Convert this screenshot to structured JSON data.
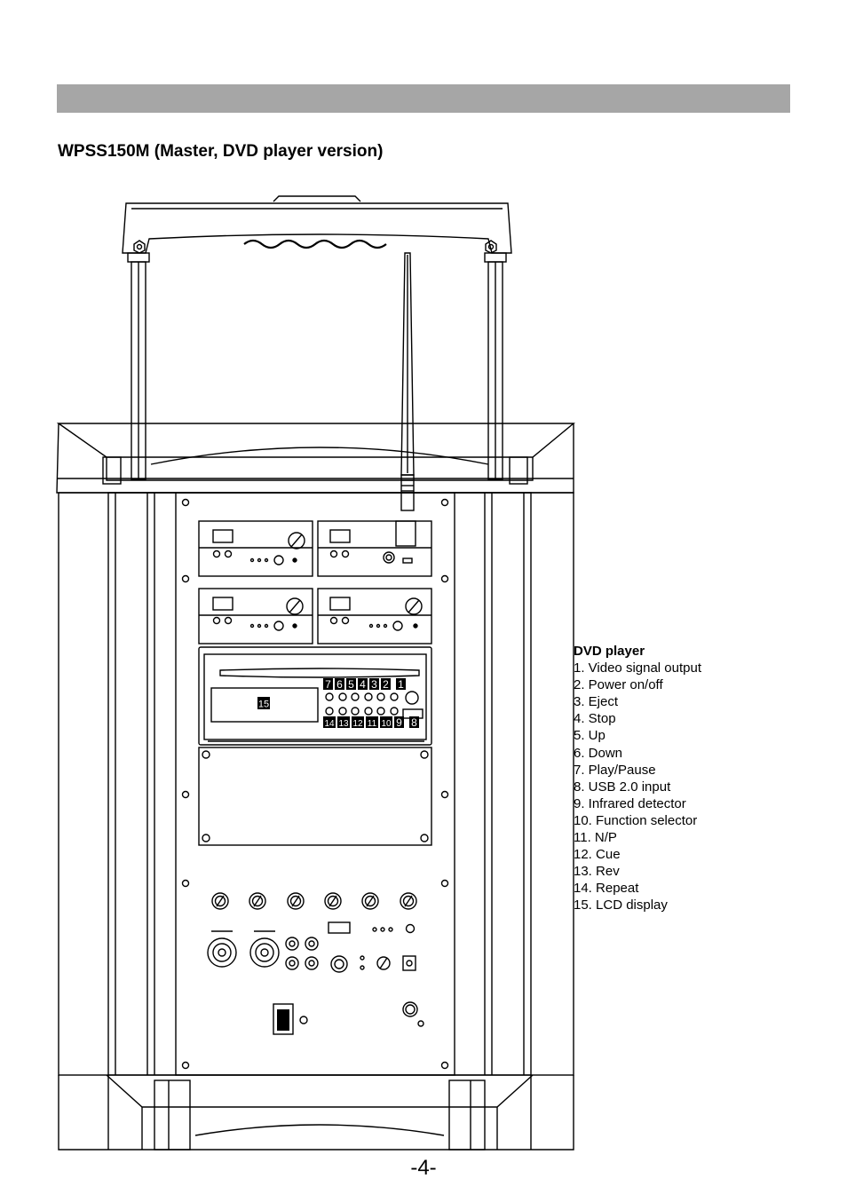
{
  "header": {
    "model_title": "WPSS150M (Master, DVD player version)"
  },
  "legend": {
    "title": "DVD player",
    "items": [
      "1. Video signal output",
      "2. Power on/off",
      "3. Eject",
      "4. Stop",
      "5. Up",
      "6. Down",
      "7. Play/Pause",
      "8. USB 2.0 input",
      "9. Infrared detector",
      "10. Function selector",
      "11. N/P",
      "12. Cue",
      "13. Rev",
      "14. Repeat",
      "15. LCD display"
    ]
  },
  "diagram": {
    "callouts_top": [
      "7",
      "6",
      "5",
      "4",
      "3",
      "2",
      "1"
    ],
    "callouts_bottom": [
      "14",
      "13",
      "12",
      "11",
      "10",
      "9",
      "8"
    ],
    "lcd_callout": "15"
  },
  "footer": {
    "page_number": "-4-"
  }
}
